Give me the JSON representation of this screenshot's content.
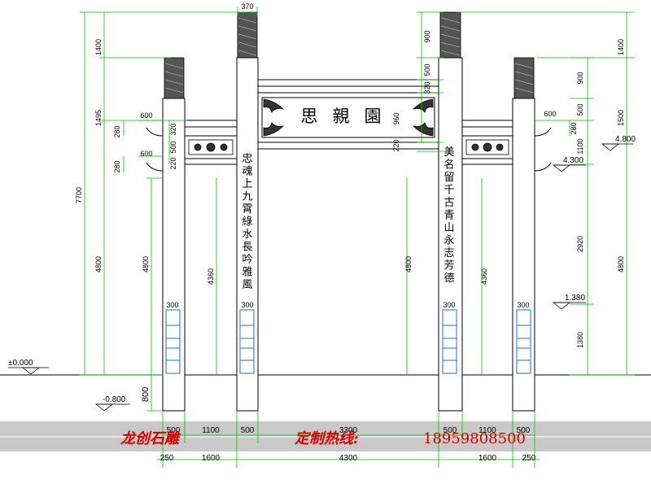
{
  "plaque": {
    "text": "思親園"
  },
  "couplet_left": {
    "text": "忠魂上九霄綠水長吟雅風"
  },
  "couplet_right": {
    "text": "美名留千古青山永志芳德"
  },
  "elevations": {
    "ground": "±0.000",
    "base": "-0.800",
    "side_roof": "4.800",
    "side_lintel": "4.300",
    "window": "1.380"
  },
  "dims_top": {
    "pillar_cap": "370"
  },
  "dims_left_outer": {
    "a": "1400",
    "b": "1495",
    "c": "4800",
    "total": "7700"
  },
  "dims_left_inner": {
    "a": "4800",
    "b": "4360"
  },
  "dims_left_small": {
    "eave_w1": "600",
    "eave_h1": "280",
    "eave_w2": "600",
    "eave_h2": "280",
    "s1": "320",
    "s2": "500",
    "s3": "220"
  },
  "dims_center": {
    "a": "900",
    "b": "500",
    "c": "320",
    "d": "960",
    "e": "220"
  },
  "dims_right_inner": {
    "a": "4800",
    "b": "4360"
  },
  "dims_right_side": {
    "eave_w": "600",
    "eave_h": "280",
    "s1": "500",
    "s2": "1100",
    "c1": "1400",
    "c2": "900",
    "c3": "500",
    "c4": "2920",
    "c5": "1380",
    "r1": "1400",
    "r2": "1500",
    "r3": "4800"
  },
  "dims_base": {
    "depth": "800"
  },
  "window_labels": [
    "300",
    "300",
    "300",
    "300"
  ],
  "dims_bottom_row1": [
    "500",
    "1100",
    "500",
    "3300",
    "500",
    "1100",
    "500"
  ],
  "dims_bottom_row2": [
    "250",
    "1600",
    "4300",
    "1600",
    "250"
  ],
  "banner": {
    "company": "龙创石雕",
    "hotline_label": "定制热线:",
    "phone": "18959808500",
    "accent_color": "#d80000",
    "band_color": "#c9c9c9"
  }
}
